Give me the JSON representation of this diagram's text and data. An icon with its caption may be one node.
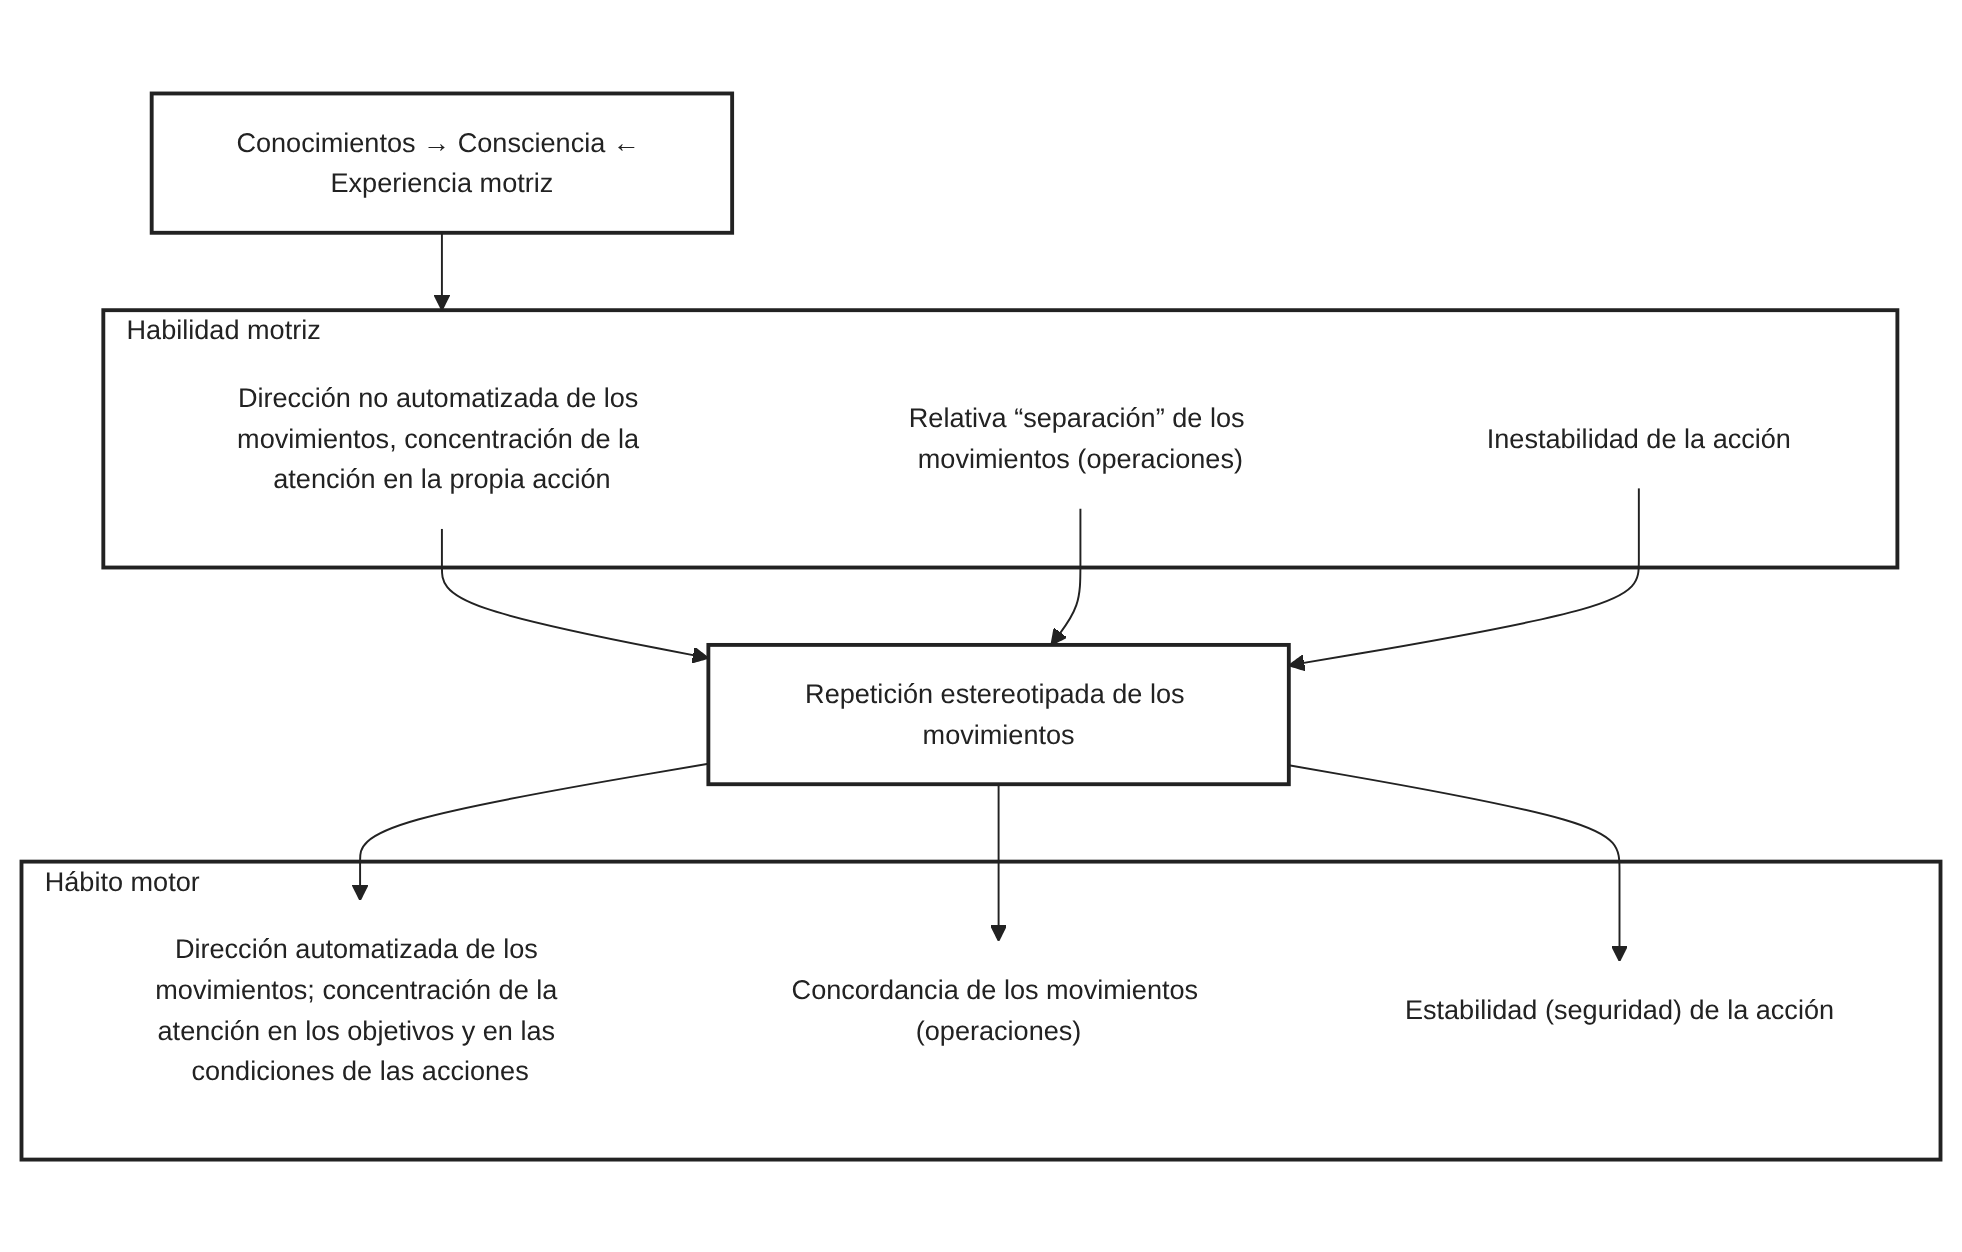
{
  "diagram": {
    "nodes": [
      {
        "text": [
          "Conocimientos → Consciencia ← Experiencia motriz"
        ]
      },
      {
        "text": [
          "Habilidad motriz"
        ]
      },
      {
        "text": [
          "Dirección no automatizada de los movimientos, concentración de la atención en la propia acción"
        ],
        "in": 1
      },
      {
        "text": [
          "Relativa “separación” de los movimientos (operaciones)"
        ],
        "in": 1
      },
      {
        "text": [
          "Inestabilidad de la acción"
        ],
        "in": 1
      },
      {
        "text": [
          "Repetición estereotipada de los movimientos"
        ]
      },
      {
        "text": [
          "Hábito motor"
        ]
      },
      {
        "text": [
          "Dirección automatizada de los movimientos; concentración de la atención en los objetivos y en las condiciones de las acciones"
        ],
        "in": 6
      },
      {
        "text": [
          "Concordancia de los movimientos (operaciones)"
        ],
        "in": 6
      },
      {
        "text": [
          "Estabilidad (seguridad) de la acción"
        ],
        "in": 6
      }
    ],
    "edges": [
      {
        "from": 0,
        "to": 1,
        "arrow": "to"
      },
      {
        "from": 2,
        "to": 5,
        "arrow": "to"
      },
      {
        "from": 3,
        "to": 5,
        "arrow": "to"
      },
      {
        "from": 4,
        "to": 5,
        "arrow": "to"
      },
      {
        "from": 5,
        "to": 7,
        "arrow": "to"
      },
      {
        "from": 5,
        "to": 8,
        "arrow": "to"
      },
      {
        "from": 5,
        "to": 9,
        "arrow": "to"
      }
    ]
  }
}
